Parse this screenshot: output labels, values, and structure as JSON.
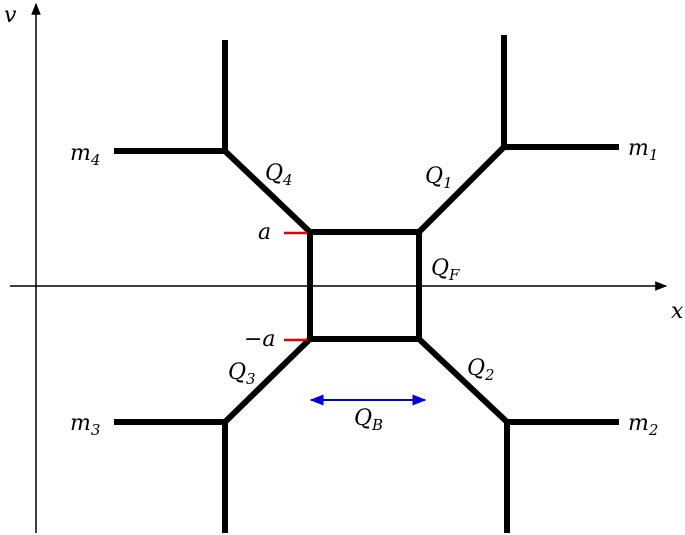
{
  "axes": {
    "x_label": "x",
    "y_label": "v"
  },
  "legs": {
    "m1": {
      "name": "m",
      "sub": "1"
    },
    "m2": {
      "name": "m",
      "sub": "2"
    },
    "m3": {
      "name": "m",
      "sub": "3"
    },
    "m4": {
      "name": "m",
      "sub": "4"
    }
  },
  "charges": {
    "q1": {
      "name": "Q",
      "sub": "1"
    },
    "q2": {
      "name": "Q",
      "sub": "2"
    },
    "q3": {
      "name": "Q",
      "sub": "3"
    },
    "q4": {
      "name": "Q",
      "sub": "4"
    },
    "qf": {
      "name": "Q",
      "sub": "F"
    },
    "qb": {
      "name": "Q",
      "sub": "B"
    }
  },
  "ticks": {
    "plus": "a",
    "minus": "−a"
  },
  "colors": {
    "tick": "#e00000",
    "arrow": "#0000dd",
    "line": "#000000"
  }
}
